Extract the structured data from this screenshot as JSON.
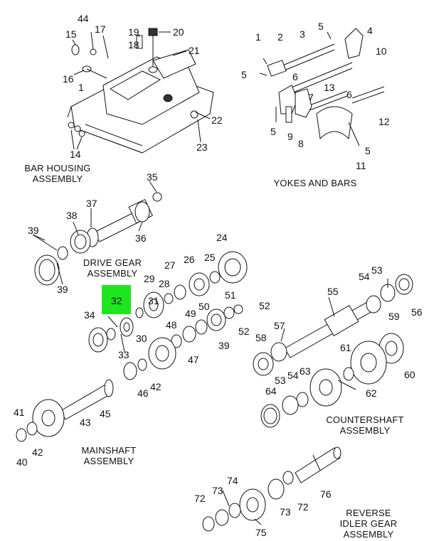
{
  "sections": {
    "bar_housing": [
      "BAR HOUSING",
      "ASSEMBLY"
    ],
    "yokes_bars": [
      "YOKES AND BARS"
    ],
    "drive_gear": [
      "DRIVE GEAR",
      "ASSEMBLY"
    ],
    "mainshaft": [
      "MAINSHAFT",
      "ASSEMBLY"
    ],
    "countershaft": [
      "COUNTERSHAFT",
      "ASSEMBLY"
    ],
    "reverse_idler": [
      "REVERSE",
      "IDLER GEAR",
      "ASSEMBLY"
    ]
  },
  "highlighted_part": "32",
  "callouts": [
    "44",
    "15",
    "17",
    "19",
    "20",
    "18",
    "21",
    "16",
    "1",
    "22",
    "14",
    "23",
    "1",
    "2",
    "3",
    "5",
    "4",
    "10",
    "5",
    "6",
    "13",
    "6",
    "7",
    "9",
    "8",
    "12",
    "5",
    "11",
    "5",
    "35",
    "38",
    "37",
    "39",
    "36",
    "39",
    "24",
    "25",
    "26",
    "27",
    "28",
    "29",
    "31",
    "32",
    "34",
    "33",
    "30",
    "48",
    "49",
    "50",
    "51",
    "52",
    "52",
    "39",
    "47",
    "46",
    "42",
    "45",
    "43",
    "41",
    "42",
    "40",
    "54",
    "53",
    "55",
    "56",
    "59",
    "57",
    "58",
    "61",
    "60",
    "62",
    "64",
    "53",
    "54",
    "63",
    "72",
    "73",
    "74",
    "75",
    "73",
    "72",
    "76"
  ]
}
